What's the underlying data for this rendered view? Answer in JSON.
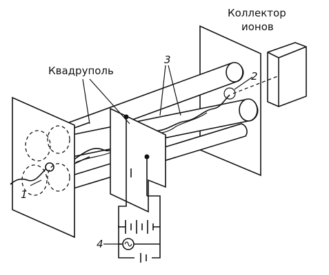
{
  "labels": {
    "collector_line1": "Коллектор",
    "collector_line2": "ионов",
    "quadrupole": "Квадруполь",
    "num_1": "1",
    "num_2": "2",
    "num_3": "3",
    "num_4": "4"
  },
  "colors": {
    "ink": "#111111",
    "background": "#ffffff"
  }
}
